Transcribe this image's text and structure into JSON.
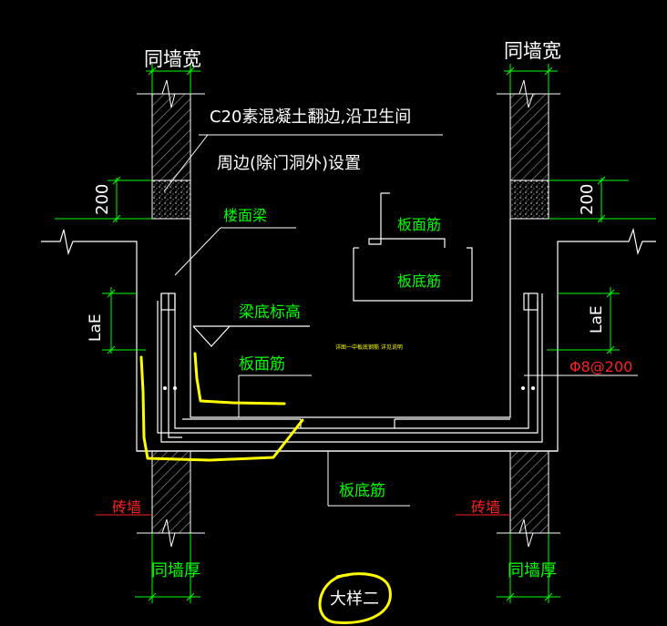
{
  "labels": {
    "wall_width_left": "同墙宽",
    "wall_width_right": "同墙宽",
    "note_line1": "C20素混凝土翻边,沿卫生间",
    "note_line2": "周边(除门洞外)设置",
    "dim_200_left": "200",
    "dim_200_right": "200",
    "floor_beam": "楼面梁",
    "slab_top_bar_inner": "板面筋",
    "slab_bottom_bar_inner": "板底筋",
    "beam_bottom_elev": "梁底标高",
    "slab_top_bar": "板面筋",
    "slab_bottom_bar": "板底筋",
    "lae_left": "LaE",
    "lae_right": "LaE",
    "rebar_spec": "Φ8@200",
    "brick_wall_left": "砖墙",
    "brick_wall_right": "砖墙",
    "wall_thick_left": "同墙厚",
    "wall_thick_right": "同墙厚",
    "detail_title": "大样二",
    "small_note": "详图一中板底钢筋 详见说明"
  },
  "colors": {
    "background": "#000000",
    "line_white": "#ffffff",
    "dim_green": "#00ff00",
    "text_white": "#ffffff",
    "text_red": "#ff2020",
    "highlight_yellow": "#ffff00",
    "hatch_gray": "#9a9a9a"
  }
}
